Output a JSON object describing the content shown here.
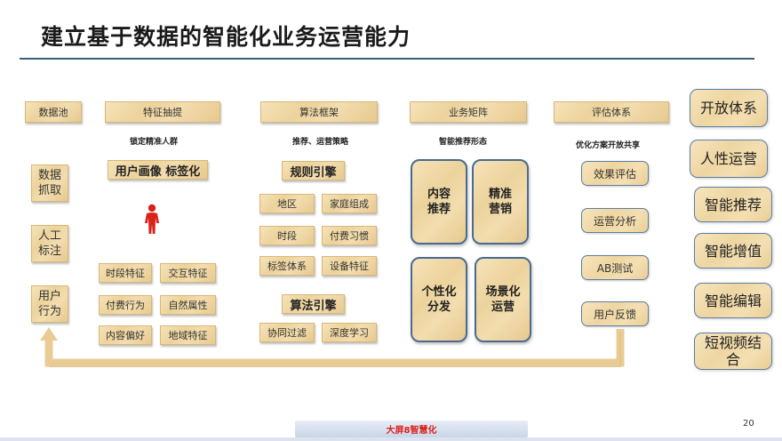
{
  "title": "建立基于数据的智能化业务运营能力",
  "headers": [
    "数据池",
    "特征抽提",
    "算法框架",
    "业务矩阵",
    "评估体系"
  ],
  "captions": {
    "feature": "锁定精准人群",
    "algo": "推荐、运营策略",
    "matrix": "智能推荐形态",
    "eval": "优化方案开放共享"
  },
  "data_pool": [
    "数据抓取",
    "人工标注",
    "用户行为"
  ],
  "feature": {
    "profile": "用户画像 标签化",
    "tags": [
      "时段特征",
      "交互特征",
      "付费行为",
      "自然属性",
      "内容偏好",
      "地域特征"
    ]
  },
  "algo": {
    "rules_engine": "规则引擎",
    "rules_items": [
      "地区",
      "家庭组成",
      "时段",
      "付费习惯",
      "标签体系",
      "设备特征"
    ],
    "algo_engine": "算法引擎",
    "algo_items": [
      "协同过滤",
      "深度学习"
    ]
  },
  "matrix": [
    "内容推荐",
    "精准营销",
    "个性化分发",
    "场景化运营"
  ],
  "eval": [
    "效果评估",
    "运营分析",
    "AB测试",
    "用户反馈"
  ],
  "capabilities": [
    "开放体系",
    "人性运营",
    "智能推荐",
    "智能增值",
    "智能编辑",
    "短视频结合"
  ],
  "footer": "大屏8智慧化",
  "page_number": "20",
  "colors": {
    "rule": "#3b5a80",
    "box_border": "#4a6b8f",
    "parchment": "#ecd39c",
    "person": "#d9221a",
    "footer_text": "#d9221a"
  }
}
